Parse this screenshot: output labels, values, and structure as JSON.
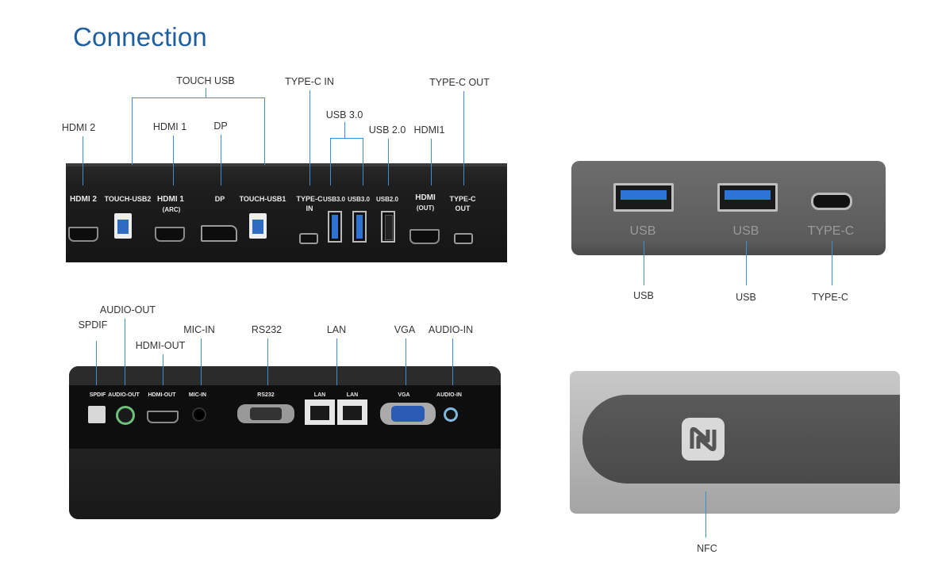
{
  "page": {
    "title": "Connection"
  },
  "panel1": {
    "callouts": {
      "touch_usb": "TOUCH USB",
      "type_c_in": "TYPE-C IN",
      "type_c_out": "TYPE-C OUT",
      "usb30": "USB 3.0",
      "usb20": "USB 2.0",
      "hdmi2": "HDMI 2",
      "hdmi1": "HDMI 1",
      "dp": "DP",
      "hdmi1_out": "HDMI1"
    },
    "printed": {
      "hdmi2": "HDMI 2",
      "touch_usb2": "TOUCH-USB2",
      "hdmi1": "HDMI 1",
      "arc": "(ARC)",
      "dp": "DP",
      "touch_usb1": "TOUCH-USB1",
      "type_c_in_1": "TYPE-C",
      "type_c_in_2": "IN",
      "usb30_a": "USB3.0",
      "usb30_b": "USB3.0",
      "usb20": "USB2.0",
      "hdmi_out_1": "HDMI",
      "hdmi_out_2": "(OUT)",
      "type_c_out_1": "TYPE-C",
      "type_c_out_2": "OUT"
    }
  },
  "panel2": {
    "callouts": {
      "audio_out": "AUDIO-OUT",
      "spdif": "SPDIF",
      "hdmi_out": "HDMI-OUT",
      "mic_in": "MIC-IN",
      "rs232": "RS232",
      "lan": "LAN",
      "vga": "VGA",
      "audio_in": "AUDIO-IN"
    },
    "printed": {
      "spdif": "SPDIF",
      "audio_out": "AUDIO-OUT",
      "hdmi_out": "HDMI-OUT",
      "mic_in": "MIC-IN",
      "rs232": "RS232",
      "lan1": "LAN",
      "lan2": "LAN",
      "vga": "VGA",
      "audio_in": "AUDIO-IN"
    }
  },
  "panel3": {
    "printed": {
      "usb1": "USB",
      "usb2": "USB",
      "typec": "TYPE-C"
    },
    "callouts": {
      "usb1": "USB",
      "usb2": "USB",
      "typec": "TYPE-C"
    }
  },
  "panel4": {
    "callouts": {
      "nfc": "NFC"
    },
    "icon": "nfc-icon"
  },
  "colors": {
    "title": "#1f5f9e",
    "leader_line": "#3d8ed6",
    "usb_blue": "#2d74d6"
  }
}
